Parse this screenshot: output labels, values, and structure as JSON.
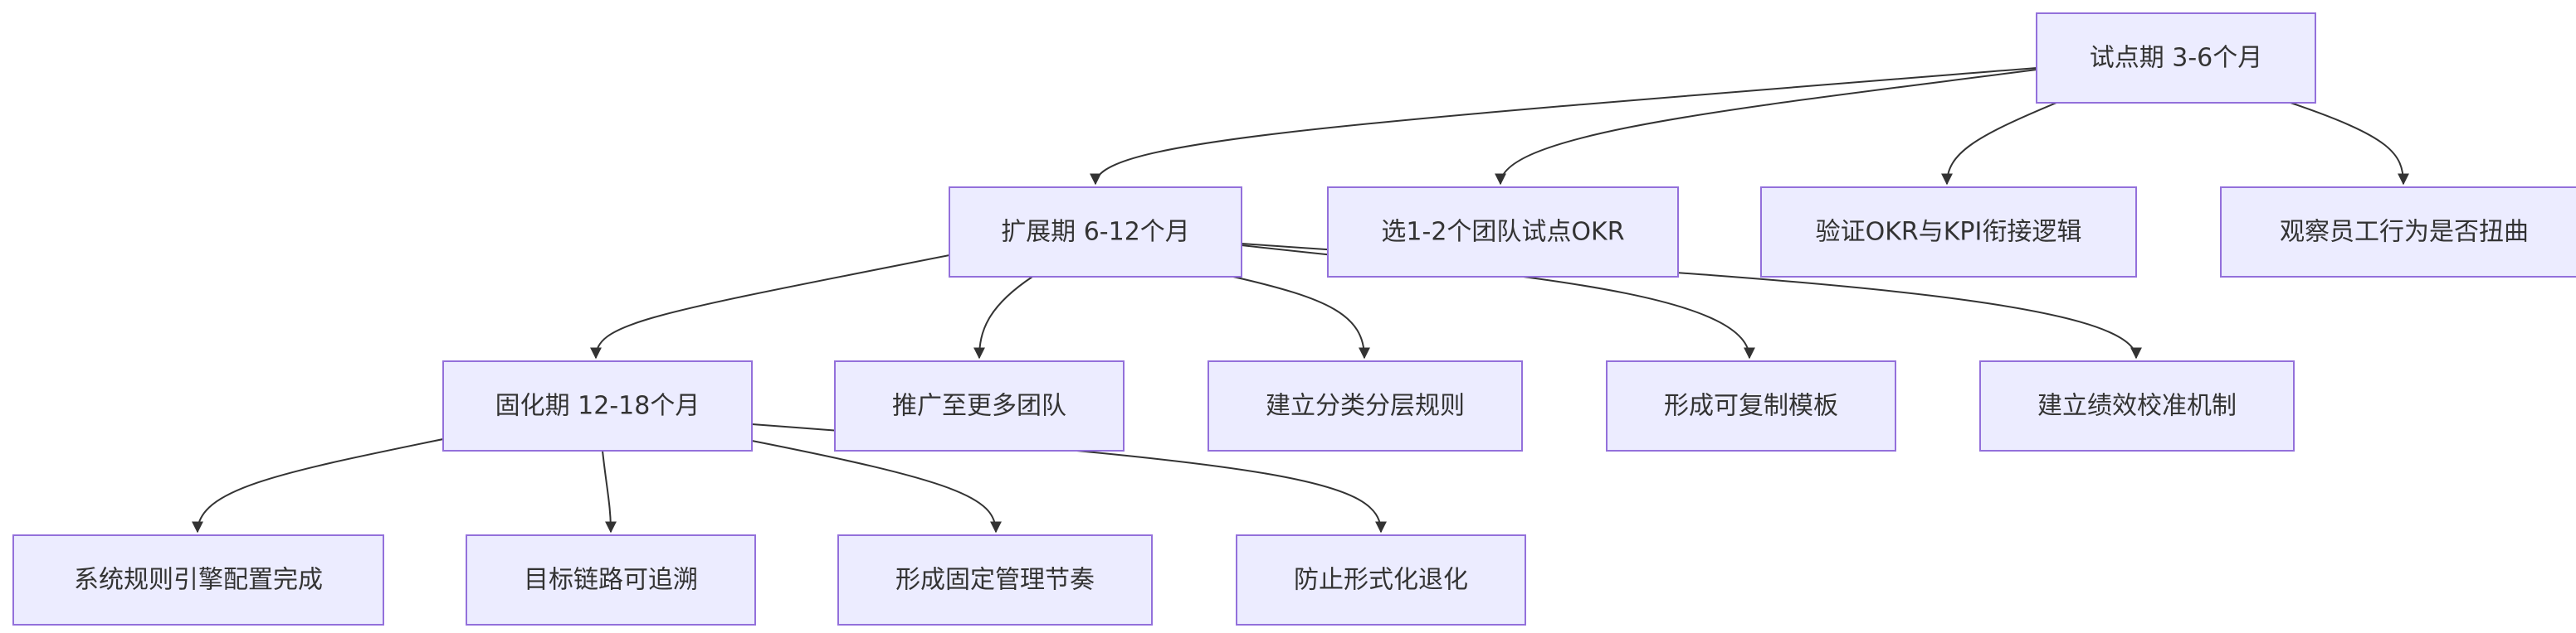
{
  "diagram": {
    "type": "flowchart",
    "colors": {
      "node_fill": "#ECECFF",
      "node_border": "#9370DB",
      "edge": "#333333",
      "text": "#333333"
    },
    "nodes": [
      {
        "id": "trial",
        "label": "试点期 3-6个月"
      },
      {
        "id": "expand",
        "label": "扩展期 6-12个月"
      },
      {
        "id": "pilot-teams",
        "label": "选1-2个团队试点OKR"
      },
      {
        "id": "verify-logic",
        "label": "验证OKR与KPI衔接逻辑"
      },
      {
        "id": "observe",
        "label": "观察员工行为是否扭曲"
      },
      {
        "id": "solidify",
        "label": "固化期 12-18个月"
      },
      {
        "id": "promote",
        "label": "推广至更多团队"
      },
      {
        "id": "tier-rules",
        "label": "建立分类分层规则"
      },
      {
        "id": "template",
        "label": "形成可复制模板"
      },
      {
        "id": "calibration",
        "label": "建立绩效校准机制"
      },
      {
        "id": "rule-engine",
        "label": "系统规则引擎配置完成"
      },
      {
        "id": "traceable",
        "label": "目标链路可追溯"
      },
      {
        "id": "rhythm",
        "label": "形成固定管理节奏"
      },
      {
        "id": "prevent",
        "label": "防止形式化退化"
      }
    ],
    "edges": [
      {
        "from": "trial",
        "to": "expand"
      },
      {
        "from": "trial",
        "to": "pilot-teams"
      },
      {
        "from": "trial",
        "to": "verify-logic"
      },
      {
        "from": "trial",
        "to": "observe"
      },
      {
        "from": "expand",
        "to": "solidify"
      },
      {
        "from": "expand",
        "to": "promote"
      },
      {
        "from": "expand",
        "to": "tier-rules"
      },
      {
        "from": "expand",
        "to": "template"
      },
      {
        "from": "expand",
        "to": "calibration"
      },
      {
        "from": "solidify",
        "to": "rule-engine"
      },
      {
        "from": "solidify",
        "to": "traceable"
      },
      {
        "from": "solidify",
        "to": "rhythm"
      },
      {
        "from": "solidify",
        "to": "prevent"
      }
    ]
  }
}
